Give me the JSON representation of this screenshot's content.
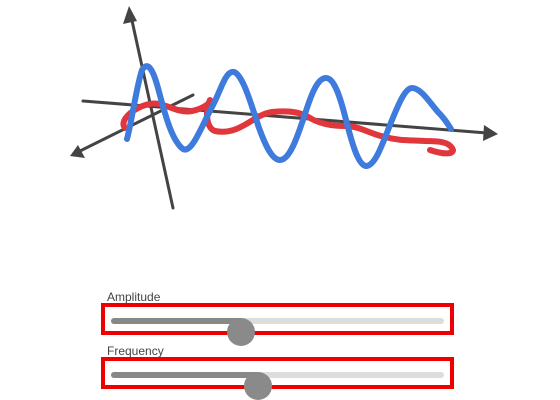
{
  "plot": {
    "colors": {
      "axes": "#444444",
      "wave_a": "#3e7bdc",
      "wave_b": "#e0363c"
    }
  },
  "controls": {
    "amplitude": {
      "label": "Amplitude",
      "value": 0.39
    },
    "frequency": {
      "label": "Frequency",
      "value": 0.44
    }
  }
}
